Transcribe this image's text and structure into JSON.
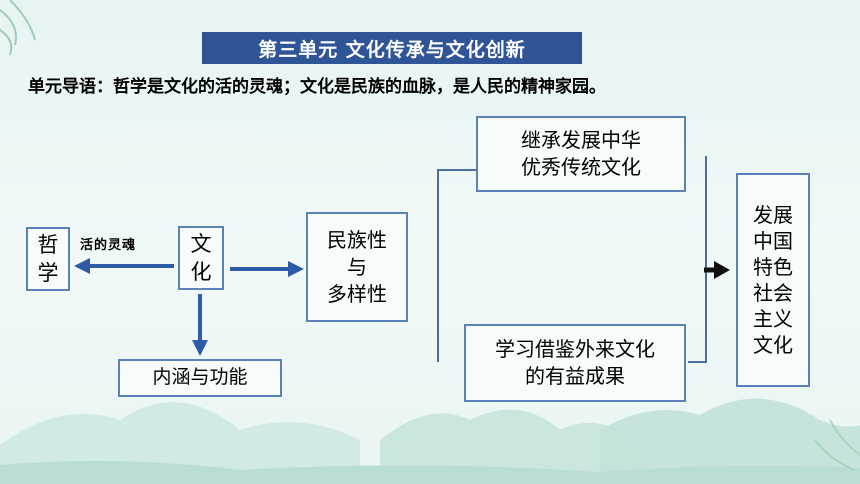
{
  "title": "第三单元  文化传承与文化创新",
  "intro": "单元导语：哲学是文化的活的灵魂；文化是民族的血脉，是人民的精神家园。",
  "nodes": {
    "philosophy": [
      "哲",
      "学"
    ],
    "culture": [
      "文",
      "化"
    ],
    "soul_label": "活的灵魂",
    "connotation": "内涵与功能",
    "nationality": [
      "民族性",
      "与",
      "多样性"
    ],
    "inherit": [
      "继承发展中华",
      "优秀传统文化"
    ],
    "learn": [
      "学习借鉴外来文化",
      "的有益成果"
    ],
    "develop": [
      "发展",
      "中国",
      "特色",
      "社会",
      "主义",
      "文化"
    ]
  },
  "colors": {
    "title_bg": "#2f5597",
    "arrow": "#2e5aa8",
    "box_border": "#5b82b8",
    "bracket": "#4a6da3",
    "mountain": "#b7ddd5"
  }
}
